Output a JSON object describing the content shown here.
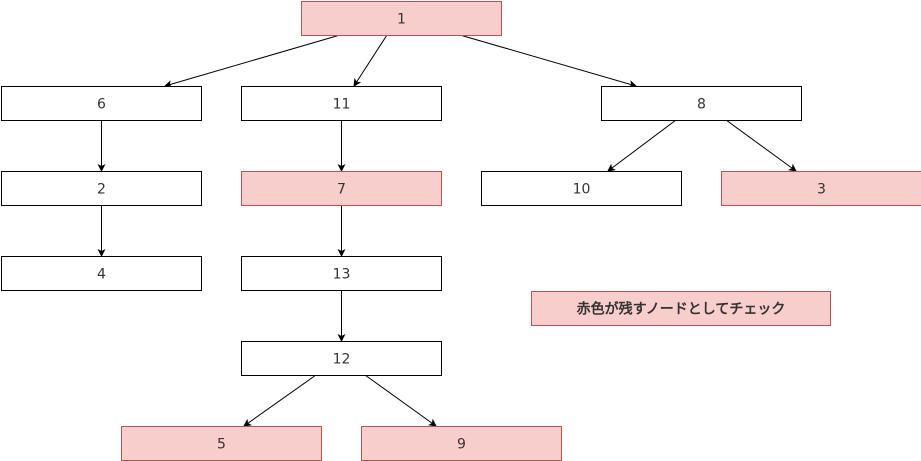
{
  "diagram": {
    "colors": {
      "highlight_fill": "#f8cecc",
      "highlight_stroke": "#b85450",
      "normal_fill": "#ffffff",
      "normal_stroke": "#000000",
      "edge": "#000000"
    },
    "nodes": [
      {
        "id": "n1",
        "label": "1",
        "highlight": true
      },
      {
        "id": "n6",
        "label": "6",
        "highlight": false
      },
      {
        "id": "n11",
        "label": "11",
        "highlight": false
      },
      {
        "id": "n8",
        "label": "8",
        "highlight": false
      },
      {
        "id": "n2",
        "label": "2",
        "highlight": false
      },
      {
        "id": "n7",
        "label": "7",
        "highlight": true
      },
      {
        "id": "n10",
        "label": "10",
        "highlight": false
      },
      {
        "id": "n3",
        "label": "3",
        "highlight": true
      },
      {
        "id": "n4",
        "label": "4",
        "highlight": false
      },
      {
        "id": "n13",
        "label": "13",
        "highlight": false
      },
      {
        "id": "n12",
        "label": "12",
        "highlight": false
      },
      {
        "id": "n5",
        "label": "5",
        "highlight": true
      },
      {
        "id": "n9",
        "label": "9",
        "highlight": true
      }
    ],
    "edges": [
      {
        "from": "n1",
        "to": "n6"
      },
      {
        "from": "n1",
        "to": "n11"
      },
      {
        "from": "n1",
        "to": "n8"
      },
      {
        "from": "n6",
        "to": "n2"
      },
      {
        "from": "n2",
        "to": "n4"
      },
      {
        "from": "n11",
        "to": "n7"
      },
      {
        "from": "n7",
        "to": "n13"
      },
      {
        "from": "n13",
        "to": "n12"
      },
      {
        "from": "n12",
        "to": "n5"
      },
      {
        "from": "n12",
        "to": "n9"
      },
      {
        "from": "n8",
        "to": "n10"
      },
      {
        "from": "n8",
        "to": "n3"
      }
    ],
    "legend": {
      "label": "赤色が残すノードとしてチェック",
      "highlight": true
    }
  }
}
